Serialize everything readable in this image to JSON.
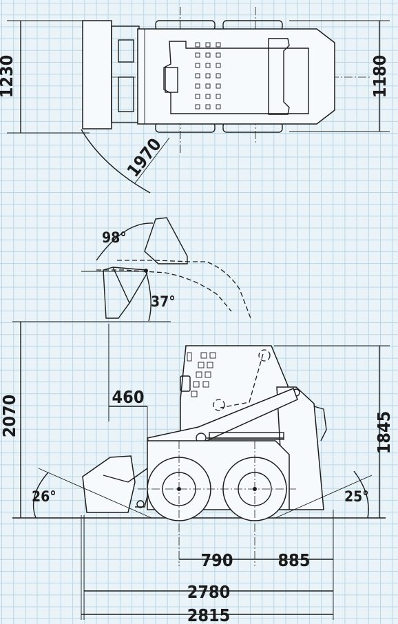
{
  "top_view": {
    "overall_width": "1230",
    "track_width": "1180",
    "turning_radius": "1970"
  },
  "side_view": {
    "dump_angle_top": "98°",
    "rollback_angle": "37°",
    "hinge_pin_height": "2070",
    "dump_reach": "460",
    "overall_height": "1845",
    "approach_angle": "26°",
    "departure_angle": "25°",
    "wheelbase_front": "790",
    "wheelbase_rear": "885",
    "length_without_bucket": "2780",
    "overall_length": "2815"
  },
  "colors": {
    "paper": "#e9f3f8",
    "grid": "#b9d6e6",
    "ink": "#1c1c1c"
  }
}
